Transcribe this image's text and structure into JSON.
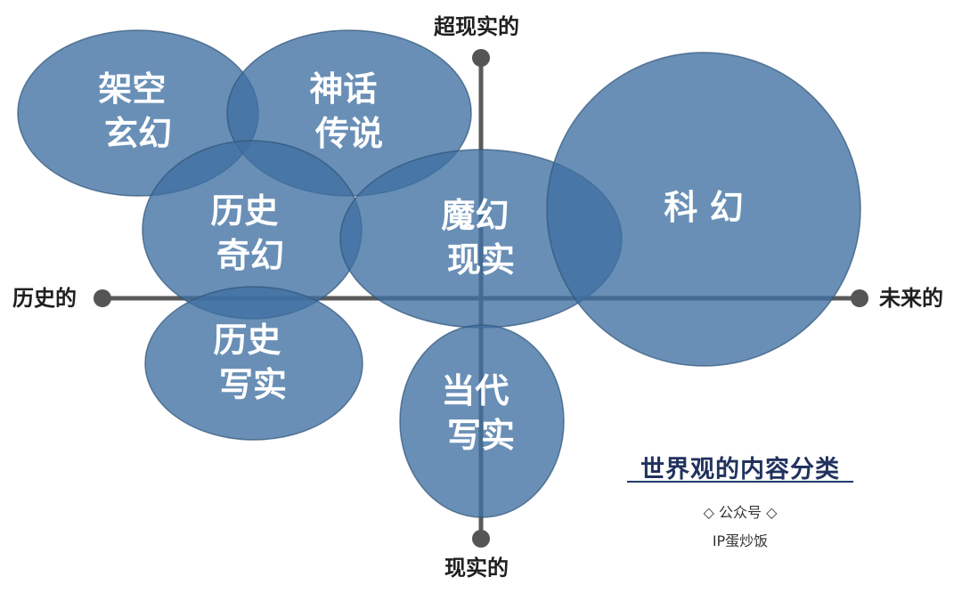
{
  "axes": {
    "top": "超现实的",
    "bottom": "现实的",
    "left": "历史的",
    "right": "未来的"
  },
  "bubbles": [
    {
      "id": "jiakong",
      "lines": [
        "架空",
        "玄幻"
      ]
    },
    {
      "id": "shenhua",
      "lines": [
        "神话",
        "传说"
      ]
    },
    {
      "id": "lishi-qihuan",
      "lines": [
        "历史",
        "奇幻"
      ]
    },
    {
      "id": "mohuan",
      "lines": [
        "魔幻",
        "现实"
      ]
    },
    {
      "id": "kehuan",
      "lines": [
        "科 幻"
      ]
    },
    {
      "id": "lishi-xieshi",
      "lines": [
        "历史",
        "写实"
      ]
    },
    {
      "id": "dangdai",
      "lines": [
        "当代",
        "写实"
      ]
    }
  ],
  "caption": {
    "title": "世界观的内容分类",
    "source_label": "◇ 公众号 ◇",
    "account": "IP蛋炒饭"
  },
  "colors": {
    "bubble_fill": "#3f6fa1",
    "axis": "#555555",
    "title": "#21325e"
  }
}
